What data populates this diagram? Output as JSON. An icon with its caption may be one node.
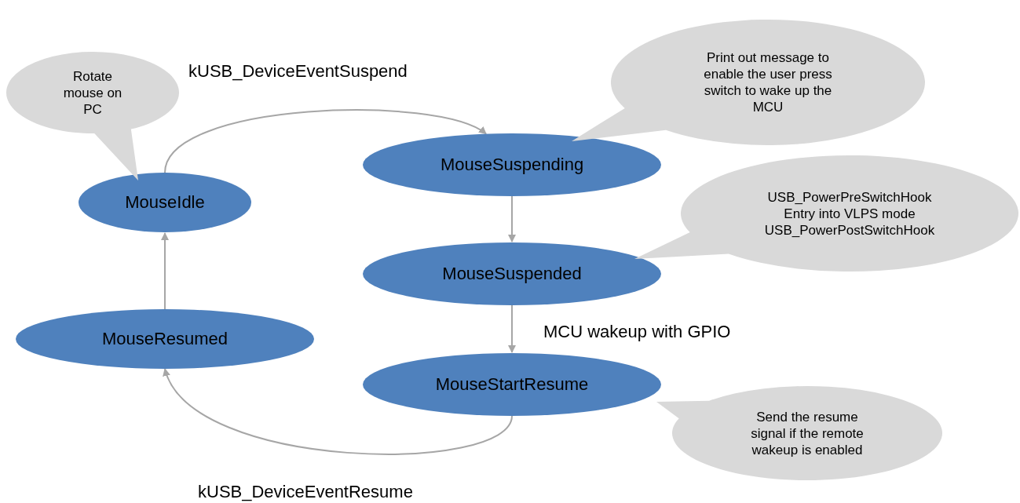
{
  "diagram": {
    "nodes": [
      {
        "text": [
          "MouseIdle"
        ]
      },
      {
        "text": [
          "MouseSuspending"
        ]
      },
      {
        "text": [
          "MouseSuspended"
        ]
      },
      {
        "text": [
          "MouseStartResume"
        ]
      },
      {
        "text": [
          "MouseResumed"
        ]
      },
      {
        "text": [
          "Rotate mouse on PC"
        ]
      },
      {
        "text": [
          "Print out message to enable the user press switch to wake up the MCU"
        ]
      },
      {
        "text": [
          "USB_PowerPreSwitchHook",
          "Entry into VLPS mode",
          "USB_PowerPostSwitchHook"
        ]
      },
      {
        "text": [
          "Send the resume signal if the remote wakeup is enabled"
        ]
      }
    ],
    "edges": [
      {
        "from": 0,
        "to": 1,
        "arrow": "to",
        "label": "kUSB_DeviceEventSuspend"
      },
      {
        "from": 1,
        "to": 2,
        "arrow": "to"
      },
      {
        "from": 2,
        "to": 3,
        "arrow": "to",
        "label": "MCU wakeup with GPIO"
      },
      {
        "from": 3,
        "to": 4,
        "arrow": "to",
        "label": "kUSB_DeviceEventResume"
      },
      {
        "from": 4,
        "to": 0,
        "arrow": "to"
      }
    ]
  }
}
